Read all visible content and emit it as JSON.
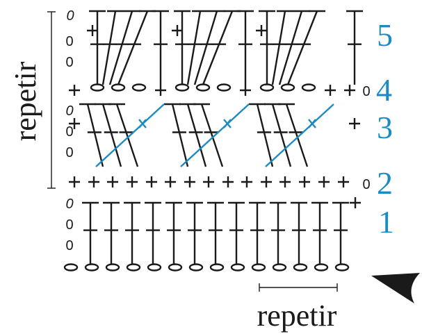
{
  "colors": {
    "ink": "#1a1a1a",
    "accent": "#1b8bc4"
  },
  "labels": {
    "repeat_side": "repetir",
    "repeat_bottom": "repetir",
    "row_numbers": [
      "1",
      "2",
      "3",
      "4",
      "5"
    ],
    "turning_chain_symbol": "0"
  },
  "direction_icon": "arrowhead-pointing-left"
}
